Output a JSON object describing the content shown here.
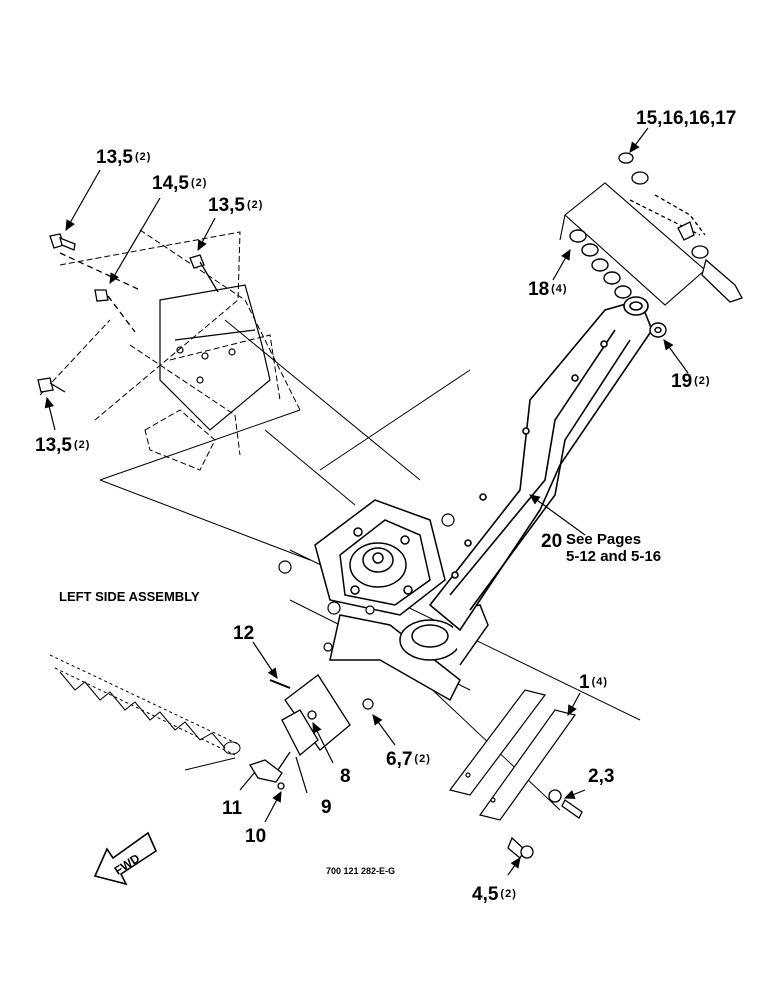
{
  "assembly_title": "LEFT SIDE ASSEMBLY",
  "drawing_code": "700 121 282-E-G",
  "fwd_label": "FWD",
  "callouts": {
    "c1": {
      "label": "1",
      "qty": "(4)"
    },
    "c23": {
      "label": "2,3",
      "qty": ""
    },
    "c45": {
      "label": "4,5",
      "qty": "(2)"
    },
    "c67": {
      "label": "6,7",
      "qty": "(2)"
    },
    "c8": {
      "label": "8",
      "qty": ""
    },
    "c9": {
      "label": "9",
      "qty": ""
    },
    "c10": {
      "label": "10",
      "qty": ""
    },
    "c11": {
      "label": "11",
      "qty": ""
    },
    "c12": {
      "label": "12",
      "qty": ""
    },
    "c135a": {
      "label": "13,5",
      "qty": "(2)"
    },
    "c145": {
      "label": "14,5",
      "qty": "(2)"
    },
    "c135b": {
      "label": "13,5",
      "qty": "(2)"
    },
    "c135c": {
      "label": "13,5",
      "qty": "(2)"
    },
    "c15": {
      "label": "15,16,16,17",
      "qty": ""
    },
    "c18": {
      "label": "18",
      "qty": "(4)"
    },
    "c19": {
      "label": "19",
      "qty": "(2)"
    },
    "c20": {
      "label": "20",
      "note_line1": "See Pages",
      "note_line2": "5-12 and 5-16"
    }
  }
}
